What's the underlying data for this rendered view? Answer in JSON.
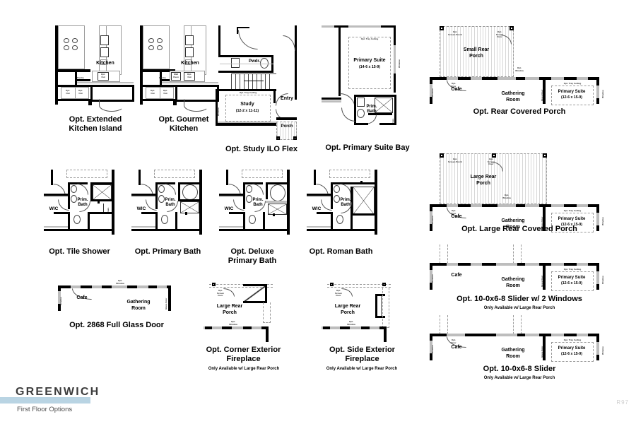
{
  "footer": {
    "brand": "GREENWICH",
    "subtitle": "First Floor Options",
    "page_number": "R97",
    "accent_color": "#b9d4e3"
  },
  "options": [
    {
      "id": "extended-kitchen-island",
      "title": "Opt. Extended\nKitchen Island",
      "title_line1": "Opt. Extended",
      "title_line2": "Kitchen Island",
      "note": "",
      "rooms": [
        "Kitchen"
      ],
      "labels": [
        "Kitchen",
        "Pantry",
        "Opt. Out",
        "Opt. Out",
        "Opt. Out"
      ]
    },
    {
      "id": "gourmet-kitchen",
      "title_line1": "Opt. Gourmet",
      "title_line2": "Kitchen",
      "note": "",
      "rooms": [
        "Kitchen"
      ],
      "labels": [
        "Kitchen",
        "Pantry",
        "Wall Oven",
        "Opt. Out",
        "Opt. Out",
        "Opt. Out"
      ]
    },
    {
      "id": "study-ilo-flex",
      "title_line1": "Opt. Study ILO Flex",
      "title_line2": "",
      "note": "",
      "rooms": [
        "Pwdr.",
        "Study",
        "Entry",
        "Porch"
      ],
      "study_dim": "(12-2 x 11-11)",
      "labels": [
        "Opt. Tray Ceiling"
      ]
    },
    {
      "id": "primary-suite-bay",
      "title_line1": "Opt. Primary Suite Bay",
      "title_line2": "",
      "note": "",
      "rooms": [
        "Primary Suite",
        "Prim. Bath"
      ],
      "suite_dim": "(14-6 x 15-9)",
      "labels": [
        "Opt. Tray Ceiling"
      ]
    },
    {
      "id": "rear-covered-porch",
      "title_line1": "Opt. Rear Covered Porch",
      "title_line2": "",
      "note": "",
      "rooms": [
        "Small Rear Porch",
        "Cafe",
        "Gathering Room",
        "Primary Suite"
      ],
      "suite_dim": "(12-6 x 15-9)",
      "labels": [
        "Opt. Screen Porch",
        "Opt. Screen Door",
        "Opt. Window",
        "Opt. Door",
        "Opt. Tray Ceiling",
        "Opt. Window",
        "Glass Door"
      ]
    },
    {
      "id": "tile-shower",
      "title_line1": "Opt. Tile Shower",
      "title_line2": "",
      "note": "",
      "rooms": [
        "WIC",
        "Prim. Bath"
      ]
    },
    {
      "id": "primary-bath",
      "title_line1": "Opt. Primary Bath",
      "title_line2": "",
      "note": "",
      "rooms": [
        "WIC",
        "Prim. Bath"
      ]
    },
    {
      "id": "deluxe-primary-bath",
      "title_line1": "Opt. Deluxe",
      "title_line2": "Primary Bath",
      "note": "",
      "rooms": [
        "WIC",
        "Prim. Bath"
      ]
    },
    {
      "id": "roman-bath",
      "title_line1": "Opt. Roman Bath",
      "title_line2": "",
      "note": "",
      "rooms": [
        "WIC",
        "Prim. Bath"
      ]
    },
    {
      "id": "large-rear-covered-porch",
      "title_line1": "Opt. Large Rear Covered Porch",
      "title_line2": "",
      "note": "",
      "rooms": [
        "Large Rear Porch",
        "Cafe",
        "Gathering Room",
        "Primary Suite"
      ],
      "suite_dim": "(12-6 x 15-9)",
      "labels": [
        "Opt. Screen Porch",
        "Opt. Screen Door",
        "Opt. Window",
        "Opt. Door",
        "Opt. Tray Ceiling"
      ]
    },
    {
      "id": "full-glass-door",
      "title_line1": "Opt. 2868 Full Glass Door",
      "title_line2": "",
      "note": "",
      "rooms": [
        "Cafe",
        "Gathering Room"
      ],
      "labels": [
        "Opt. Window",
        "Opt. Window",
        "Glass Door"
      ]
    },
    {
      "id": "corner-exterior-fireplace",
      "title_line1": "Opt. Corner Exterior",
      "title_line2": "Fireplace",
      "note": "Only Available w/ Large Rear Porch",
      "rooms": [
        "Large Rear Porch"
      ],
      "labels": [
        "Opt. Screen Door",
        "Opt. Window"
      ]
    },
    {
      "id": "side-exterior-fireplace",
      "title_line1": "Opt. Side Exterior",
      "title_line2": "Fireplace",
      "note": "Only Available w/ Large Rear Porch",
      "rooms": [
        "Large Rear Porch"
      ],
      "labels": [
        "Opt. Screen Door",
        "Opt. Window"
      ]
    },
    {
      "id": "slider-2-windows",
      "title_line1": "Opt. 10-0x6-8 Slider w/ 2 Windows",
      "title_line2": "",
      "note": "Only Available w/ Large Rear Porch",
      "rooms": [
        "Cafe",
        "Gathering Room",
        "Primary Suite"
      ],
      "suite_dim": "(12-6 x 15-9)",
      "labels": [
        "Opt. Tray Ceiling",
        "Opt. Window",
        "Glass Door"
      ]
    },
    {
      "id": "slider",
      "title_line1": "Opt. 10-0x6-8 Slider",
      "title_line2": "",
      "note": "Only Available w/ Large Rear Porch",
      "rooms": [
        "Cafe",
        "Gathering Room",
        "Primary Suite"
      ],
      "suite_dim": "(12-6 x 15-9)",
      "labels": [
        "Opt. Door",
        "Opt. Tray Ceiling",
        "Opt. Window",
        "Glass Door"
      ]
    }
  ],
  "strings": {
    "kitchen": "Kitchen",
    "pantry": "Pantry",
    "opt_out": "Opt.\nOut",
    "opt_out_1": "Opt.",
    "opt_out_2": "Out",
    "wall_oven_1": "Wall",
    "wall_oven_2": "Oven",
    "pwdr": "Pwdr.",
    "study": "Study",
    "entry": "Entry",
    "porch": "Porch",
    "primary_suite": "Primary Suite",
    "prim_bath_1": "Prim.",
    "prim_bath_2": "Bath",
    "wic": "WIC",
    "cafe": "Cafe",
    "gathering_1": "Gathering",
    "gathering_2": "Room",
    "small_rear_1": "Small Rear",
    "small_rear_2": "Porch",
    "large_rear_1": "Large Rear",
    "large_rear_2": "Porch",
    "opt_tray_ceiling": "Opt. Tray Ceiling",
    "opt_screen_porch_1": "Opt.",
    "opt_screen_porch_2": "Screen Porch",
    "opt_screen_door_1": "Opt.",
    "opt_screen_door_2": "Screen",
    "opt_screen_door_3": "Door",
    "opt_window_1": "Opt.",
    "opt_window_2": "Window",
    "opt_door_1": "Opt.",
    "opt_door_2": "Door",
    "glass_door": "Glass Door",
    "linen": "Linen",
    "study_dim": "(12-2 x 11-11)",
    "suite_bay_dim": "(14-6 x 15-9)",
    "suite_dim": "(12-6 x 15-9)"
  }
}
